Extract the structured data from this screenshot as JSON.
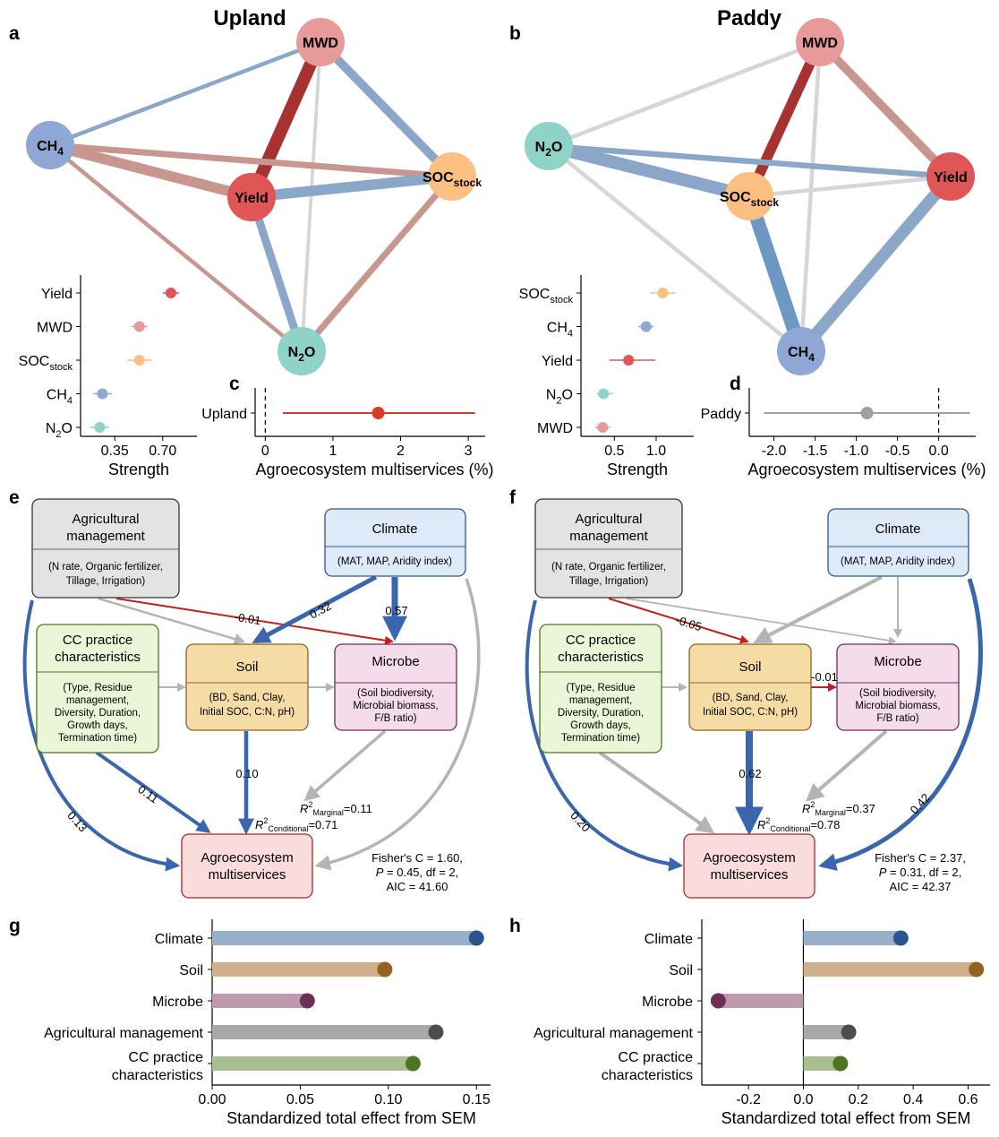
{
  "panels": {
    "a": "a",
    "b": "b",
    "c": "c",
    "d": "d",
    "e": "e",
    "f": "f",
    "g": "g",
    "h": "h"
  },
  "network_upland": {
    "title": "Upland",
    "nodes": [
      {
        "id": "MWD",
        "label": "MWD",
        "sub": "",
        "color": "#e89a9a"
      },
      {
        "id": "CH4",
        "label": "CH",
        "sub": "4",
        "color": "#8ea7d4"
      },
      {
        "id": "Yield",
        "label": "Yield",
        "sub": "",
        "color": "#e05555"
      },
      {
        "id": "SOC",
        "label": "SOC",
        "sub": "stock",
        "color": "#fbbf82"
      },
      {
        "id": "N2O",
        "label": "N",
        "sub": "2",
        "tail": "O",
        "color": "#8fd3c8"
      }
    ],
    "edges": [
      {
        "from": "MWD",
        "to": "CH4",
        "weight": 0.15,
        "sign": "neg"
      },
      {
        "from": "MWD",
        "to": "Yield",
        "weight": 0.9,
        "sign": "pos"
      },
      {
        "from": "MWD",
        "to": "SOC",
        "weight": 0.55,
        "sign": "neg"
      },
      {
        "from": "MWD",
        "to": "N2O",
        "weight": 0.1,
        "sign": "none"
      },
      {
        "from": "CH4",
        "to": "Yield",
        "weight": 0.7,
        "sign": "pos_light"
      },
      {
        "from": "CH4",
        "to": "SOC",
        "weight": 0.35,
        "sign": "pos_light"
      },
      {
        "from": "CH4",
        "to": "N2O",
        "weight": 0.15,
        "sign": "pos_light"
      },
      {
        "from": "Yield",
        "to": "SOC",
        "weight": 0.7,
        "sign": "neg"
      },
      {
        "from": "Yield",
        "to": "N2O",
        "weight": 0.5,
        "sign": "neg"
      },
      {
        "from": "SOC",
        "to": "N2O",
        "weight": 0.35,
        "sign": "pos_light"
      }
    ]
  },
  "network_paddy": {
    "title": "Paddy",
    "nodes": [
      {
        "id": "MWD",
        "label": "MWD",
        "sub": "",
        "color": "#e89a9a"
      },
      {
        "id": "N2O",
        "label": "N",
        "sub": "2",
        "tail": "O",
        "color": "#8fd3c8"
      },
      {
        "id": "Yield",
        "label": "Yield",
        "sub": "",
        "color": "#e05555"
      },
      {
        "id": "SOC",
        "label": "SOC",
        "sub": "stock",
        "color": "#fbbf82"
      },
      {
        "id": "CH4",
        "label": "CH",
        "sub": "4",
        "color": "#8ea7d4"
      }
    ],
    "edges": [
      {
        "from": "MWD",
        "to": "N2O",
        "weight": 0.15,
        "sign": "none"
      },
      {
        "from": "MWD",
        "to": "SOC",
        "weight": 0.7,
        "sign": "pos"
      },
      {
        "from": "MWD",
        "to": "Yield",
        "weight": 0.55,
        "sign": "pos_light"
      },
      {
        "from": "MWD",
        "to": "CH4",
        "weight": 0.15,
        "sign": "none"
      },
      {
        "from": "N2O",
        "to": "Yield",
        "weight": 0.3,
        "sign": "neg"
      },
      {
        "from": "N2O",
        "to": "SOC",
        "weight": 0.9,
        "sign": "neg"
      },
      {
        "from": "N2O",
        "to": "CH4",
        "weight": 0.15,
        "sign": "none"
      },
      {
        "from": "SOC",
        "to": "Yield",
        "weight": 0.15,
        "sign": "none"
      },
      {
        "from": "SOC",
        "to": "CH4",
        "weight": 1.0,
        "sign": "neg_strong"
      },
      {
        "from": "Yield",
        "to": "CH4",
        "weight": 0.85,
        "sign": "neg"
      }
    ]
  },
  "chart_data": [
    {
      "panel": "a-inset",
      "type": "scatter",
      "xlabel": "Strength",
      "xticks": [
        0.35,
        0.7
      ],
      "xlim": [
        0.1,
        0.95
      ],
      "categories": [
        {
          "label": "Yield",
          "sub": "",
          "value": 0.76,
          "low": 0.7,
          "high": 0.82,
          "color": "#e05555"
        },
        {
          "label": "MWD",
          "sub": "",
          "value": 0.53,
          "low": 0.47,
          "high": 0.59,
          "color": "#e89a9a"
        },
        {
          "label": "SOC",
          "sub": "stock",
          "value": 0.53,
          "low": 0.44,
          "high": 0.62,
          "color": "#fbbf82"
        },
        {
          "label": "CH",
          "sub": "4",
          "value": 0.26,
          "low": 0.19,
          "high": 0.33,
          "color": "#8ea7d4"
        },
        {
          "label": "N",
          "sub": "2",
          "tail": "O",
          "value": 0.24,
          "low": 0.17,
          "high": 0.31,
          "color": "#8fd3c8"
        }
      ]
    },
    {
      "panel": "b-inset",
      "type": "scatter",
      "xlabel": "Strength",
      "xticks": [
        0.5,
        1.0
      ],
      "xlim": [
        0.1,
        1.45
      ],
      "categories": [
        {
          "label": "SOC",
          "sub": "stock",
          "value": 1.08,
          "low": 0.93,
          "high": 1.23,
          "color": "#fbbf82"
        },
        {
          "label": "CH",
          "sub": "4",
          "value": 0.88,
          "low": 0.79,
          "high": 0.97,
          "color": "#8ea7d4"
        },
        {
          "label": "Yield",
          "sub": "",
          "value": 0.67,
          "low": 0.44,
          "high": 0.99,
          "color": "#e05555"
        },
        {
          "label": "N",
          "sub": "2",
          "tail": "O",
          "value": 0.37,
          "low": 0.29,
          "high": 0.48,
          "color": "#8fd3c8"
        },
        {
          "label": "MWD",
          "sub": "",
          "value": 0.36,
          "low": 0.27,
          "high": 0.45,
          "color": "#e89a9a"
        }
      ]
    },
    {
      "panel": "c",
      "type": "scatter",
      "category": "Upland",
      "value": 1.67,
      "low": 0.26,
      "high": 3.1,
      "xticks": [
        0,
        1,
        2,
        3
      ],
      "xlim": [
        -0.15,
        3.25
      ],
      "xlabel": "Agroecosystem multiservices (%)",
      "color": "#d93a2b"
    },
    {
      "panel": "d",
      "type": "scatter",
      "category": "Paddy",
      "value": -0.87,
      "low": -2.12,
      "high": 0.38,
      "xticks": [
        -2.0,
        -1.5,
        -1.0,
        -0.5,
        0.0
      ],
      "xlim": [
        -2.3,
        0.45
      ],
      "xlabel": "Agroecosystem multiservices (%)",
      "color": "#a0a0a0"
    },
    {
      "panel": "g",
      "type": "bar",
      "categories": [
        "Climate",
        "Soil",
        "Microbe",
        "Agricultural management",
        "CC practice characteristics"
      ],
      "values": [
        0.15,
        0.098,
        0.054,
        0.127,
        0.114
      ],
      "xlim": [
        0,
        0.158
      ],
      "xticks": [
        0.0,
        0.05,
        0.1,
        0.15
      ],
      "xlabel": "Standardized total effect from SEM"
    },
    {
      "panel": "h",
      "type": "bar",
      "categories": [
        "Climate",
        "Soil",
        "Microbe",
        "Agricultural management",
        "CC practice characteristics"
      ],
      "values": [
        0.355,
        0.63,
        -0.31,
        0.165,
        0.135
      ],
      "xlim": [
        -0.37,
        0.68
      ],
      "xticks": [
        -0.2,
        0.0,
        0.2,
        0.4,
        0.6
      ],
      "xlabel": "Standardized total effect from SEM"
    }
  ],
  "bar_colors": {
    "Climate": {
      "bar": "#97afc8",
      "dot": "#2b5591"
    },
    "Soil": {
      "bar": "#cfb08c",
      "dot": "#956225"
    },
    "Microbe": {
      "bar": "#bf9aae",
      "dot": "#6e2e55"
    },
    "Agricultural management": {
      "bar": "#a8a8a8",
      "dot": "#4d4d4d"
    },
    "CC practice characteristics": {
      "bar": "#a9bf90",
      "dot": "#4f7424"
    }
  },
  "sem": {
    "boxes": {
      "ag_title1": "Agricultural",
      "ag_title2": "management",
      "ag_sub1": "(N rate, Organic fertilizer,",
      "ag_sub2": "Tillage, Irrigation)",
      "cl_title": "Climate",
      "cl_sub": "(MAT, MAP, Aridity index)",
      "cc_title1": "CC practice",
      "cc_title2": "characteristics",
      "cc_sub1": "(Type, Residue",
      "cc_sub2": "management,",
      "cc_sub3": "Diversity, Duration,",
      "cc_sub4": "Growth days,",
      "cc_sub5": "Termination time)",
      "soil_title": "Soil",
      "soil_sub1": "(BD, Sand, Clay,",
      "soil_sub2": "Initial SOC, C:N, pH)",
      "mic_title": "Microbe",
      "mic_sub1": "(Soil biodiversity,",
      "mic_sub2": "Microbial biomass,",
      "mic_sub3": "F/B ratio)",
      "amf_title1": "Agroecosystem",
      "amf_title2": "multiservices"
    },
    "upland": {
      "coef_climate_microbe": "0.57",
      "coef_climate_soil": "0.32",
      "coef_ag_microbe": "-0.01",
      "coef_soil_amf": "0.10",
      "coef_cc_amf": "0.11",
      "coef_ag_amf": "0.13",
      "r2_marginal": "=0.11",
      "r2_conditional": "=0.71",
      "fisher": "Fisher's C = 1.60,",
      "p_df": "= 0.45, df = 2,",
      "aic": "AIC = 41.60"
    },
    "paddy": {
      "coef_ag_soil": "-0.05",
      "coef_soil_microbe": "-0.01",
      "coef_soil_amf": "0.62",
      "coef_ag_amf": "0.20",
      "coef_climate_amf": "0.42",
      "r2_marginal": "=0.37",
      "r2_conditional": "=0.78",
      "fisher": "Fisher's C = 2.37,",
      "p_df": "= 0.31, df = 2,",
      "aic": "AIC = 42.37"
    },
    "r2_R": "R",
    "r2_sup": "2",
    "r2_marg_sub": "Marginal",
    "r2_cond_sub": "Conditional",
    "p_letter": "P"
  },
  "colors": {
    "pos": "#a83232",
    "pos_light": "#c9958f",
    "neg": "#8aa6c8",
    "neg_strong": "#6d98c4",
    "none": "#d6d6d6",
    "sem_blue": "#3a66ae",
    "sem_red": "#c42020",
    "sem_gray": "#b4b4b4"
  }
}
